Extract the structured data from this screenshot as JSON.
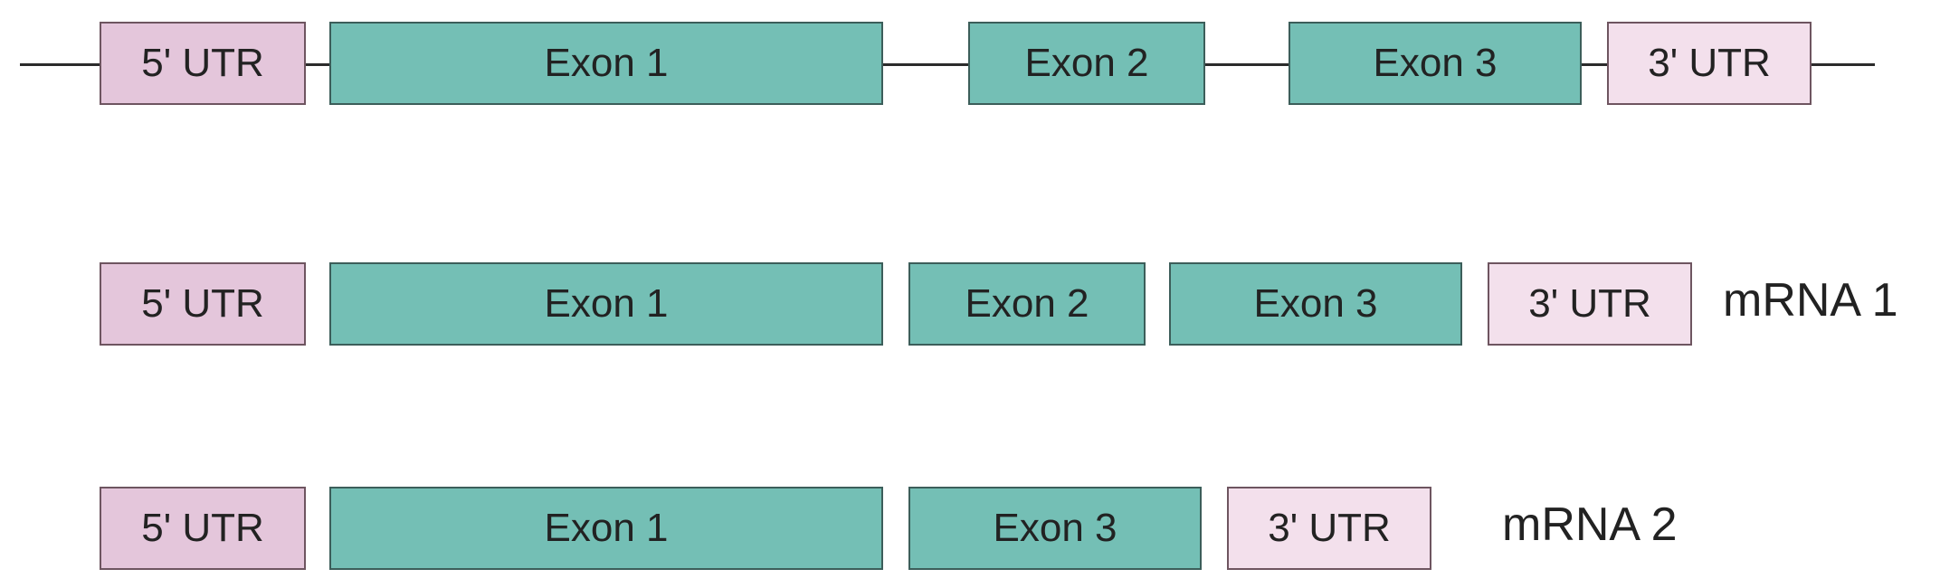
{
  "gene": {
    "utr5": "5' UTR",
    "exon1": "Exon 1",
    "exon2": "Exon 2",
    "exon3": "Exon 3",
    "utr3": "3' UTR"
  },
  "mrna1": {
    "name": "mRNA 1",
    "utr5": "5' UTR",
    "exon1": "Exon 1",
    "exon2": "Exon 2",
    "exon3": "Exon 3",
    "utr3": "3' UTR"
  },
  "mrna2": {
    "name": "mRNA 2",
    "utr5": "5' UTR",
    "exon1": "Exon 1",
    "exon3": "Exon 3",
    "utr3": "3' UTR"
  },
  "colors": {
    "exon": "#74bfb5",
    "utr5": "#e4c6db",
    "utr3": "#f3e0ec",
    "line": "#2b2b2b"
  }
}
